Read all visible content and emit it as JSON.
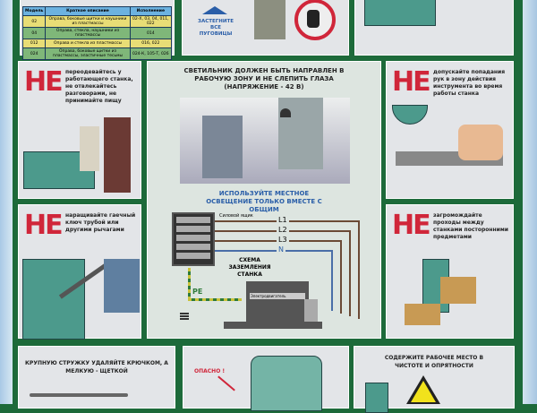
{
  "table": {
    "headers": [
      "Модель",
      "Краткое описание",
      "Исполнение"
    ],
    "rows": [
      [
        "02",
        "Оправа, боковые щитки и наушники из пластмассы",
        "02-Х, 03, 04, 011, 022"
      ],
      [
        "04",
        "Оправа, стекла, наушники из пластмассы",
        "014"
      ],
      [
        "012",
        "Оправа и стекла из пластмассы",
        "016, 022"
      ],
      [
        "024",
        "Оправа, боковые щитки из пластмассы, эластичные тесьмы",
        "024-К, 105-Т, 026"
      ]
    ]
  },
  "top_middle": {
    "text": "ЗАСТЕГНИТЕ ВСЕ ПУГОВИЦЫ"
  },
  "panel_ne1": {
    "ne": "НЕ",
    "text": "переодевайтесь у работающего станка, не отвлекайтесь разговорами, не принимайте пищу"
  },
  "panel_ne2": {
    "ne": "НЕ",
    "text": "наращивайте гаечный ключ трубой или другими рычагами"
  },
  "panel_ne3": {
    "ne": "НЕ",
    "text": "допускайте попадания рук в зону действия инструмента во время работы станка"
  },
  "panel_ne4": {
    "ne": "НЕ",
    "text": "загромождайте проходы между станками посторонними предметами"
  },
  "center": {
    "title": "СВЕТИЛЬНИК ДОЛЖЕН БЫТЬ НАПРАВЛЕН В РАБОЧУЮ ЗОНУ И НЕ СЛЕПИТЬ ГЛАЗА (НАПРЯЖЕНИЕ - 42 В)",
    "subtitle": "ИСПОЛЬЗУЙТЕ МЕСТНОЕ ОСВЕЩЕНИЕ ТОЛЬКО ВМЕСТЕ С ОБЩИМ",
    "box_label": "Силовой ящик",
    "l1": "L1",
    "l2": "L2",
    "l3": "L3",
    "n": "N",
    "pe": "PE",
    "scheme": "СХЕМА ЗАЗЕМЛЕНИЯ СТАНКА",
    "motor": "Электродвигатель"
  },
  "bottom_left": {
    "text": "КРУПНУЮ СТРУЖКУ УДАЛЯЙТЕ КРЮЧКОМ, А МЕЛКУЮ - ЩЕТКОЙ"
  },
  "bottom_middle": {
    "text": "ОПАСНО !"
  },
  "bottom_right": {
    "text": "СОДЕРЖИТЕ РАБОЧЕЕ МЕСТО В ЧИСТОТЕ И ОПРЯТНОСТИ"
  },
  "colors": {
    "poster_green": "#1d6a3a",
    "ne_red": "#d0263a",
    "caption_blue": "#2a5ea8"
  }
}
